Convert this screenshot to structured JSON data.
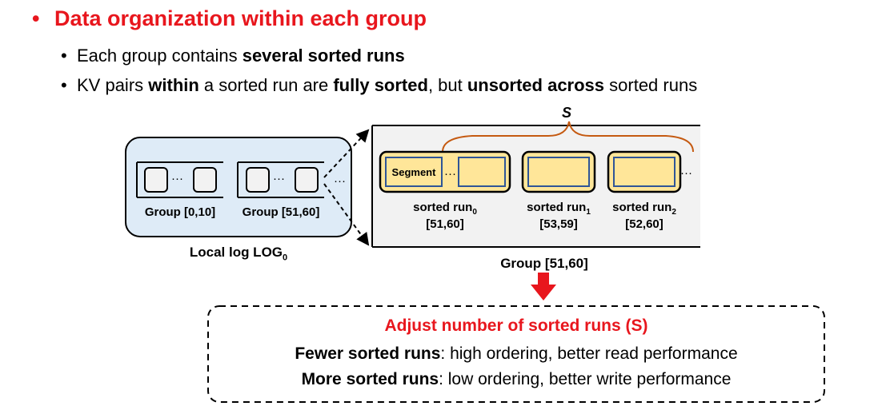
{
  "bullets": {
    "main": "Data organization within each group",
    "sub1": {
      "prefix": "Each group contains ",
      "bold": "several sorted runs"
    },
    "sub2": {
      "t1": "KV pairs ",
      "b1": "within",
      "t2": " a sorted run are ",
      "b2": "fully sorted",
      "t3": ", but ",
      "b3": "unsorted across",
      "t4": " sorted runs"
    }
  },
  "diagram": {
    "local_log": {
      "label": "Local log LOG",
      "subscript": "0"
    },
    "groups": [
      {
        "label": "Group [0,10]"
      },
      {
        "label": "Group [51,60]"
      }
    ],
    "ellipsis": "···",
    "s_label": "S",
    "segment_label": "Segment",
    "group_panel_label": "Group [51,60]",
    "sorted_runs": [
      {
        "name": "sorted run",
        "sub": "0",
        "range": "[51,60]"
      },
      {
        "name": "sorted run",
        "sub": "1",
        "range": "[53,59]"
      },
      {
        "name": "sorted run",
        "sub": "2",
        "range": "[52,60]"
      }
    ]
  },
  "callout": {
    "title": "Adjust number of sorted runs (S)",
    "line1": {
      "bold": "Fewer sorted runs",
      "rest": ": high ordering, better read performance"
    },
    "line2": {
      "bold": "More sorted runs",
      "rest": ": low ordering, better write performance"
    }
  },
  "colors": {
    "accent_red": "#e8161d",
    "run_fill": "#ffe699",
    "run_border": "#000000",
    "segment_border": "#2f5597",
    "brace": "#c55a11",
    "log_fill": "#deebf7",
    "panel_fill": "#f2f2f2"
  }
}
